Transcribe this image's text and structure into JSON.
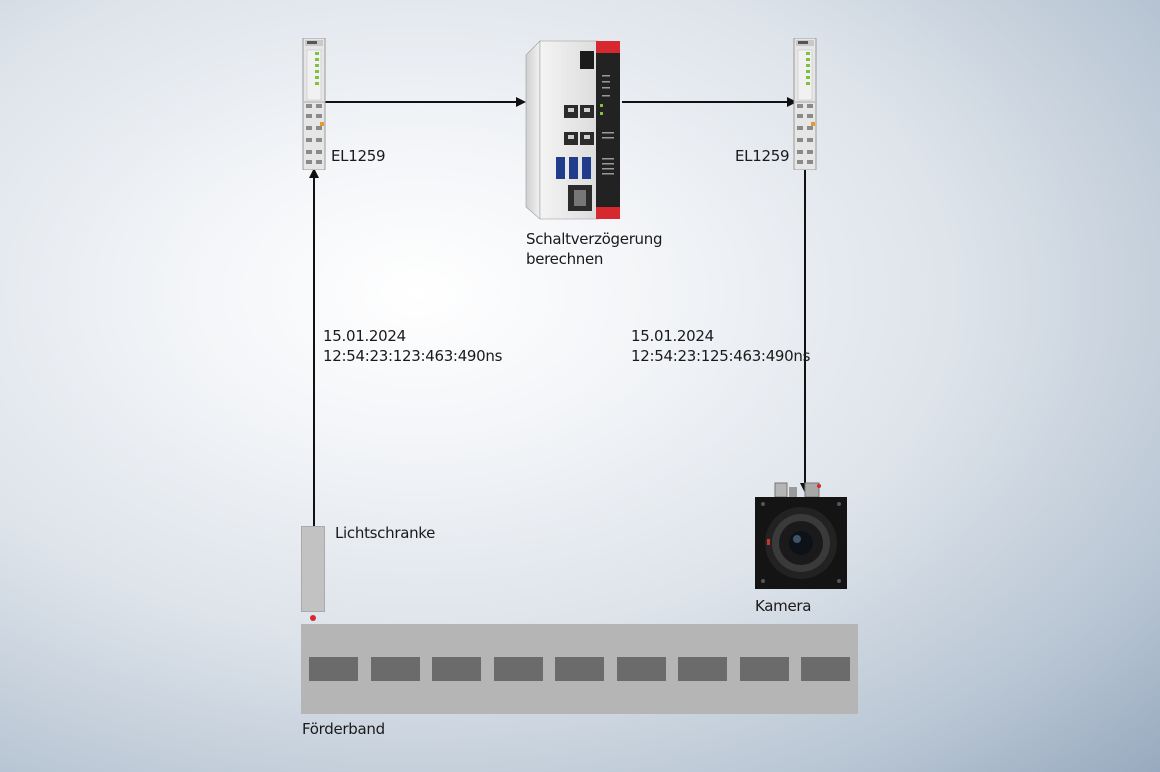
{
  "labels": {
    "terminal_left": "EL1259",
    "terminal_right": "EL1259",
    "ipc_line1": "Schaltverzögerung",
    "ipc_line2": "berechnen",
    "ts_left_date": "15.01.2024",
    "ts_left_time": "12:54:23:123:463:490ns",
    "ts_right_date": "15.01.2024",
    "ts_right_time": "12:54:23:125:463:490ns",
    "light_barrier": "Lichtschranke",
    "camera": "Kamera",
    "conveyor": "Förderband"
  },
  "colors": {
    "accent_red": "#d7282f",
    "terminal_green": "#7dc242",
    "line": "#111111"
  },
  "conveyor_slots": 9
}
